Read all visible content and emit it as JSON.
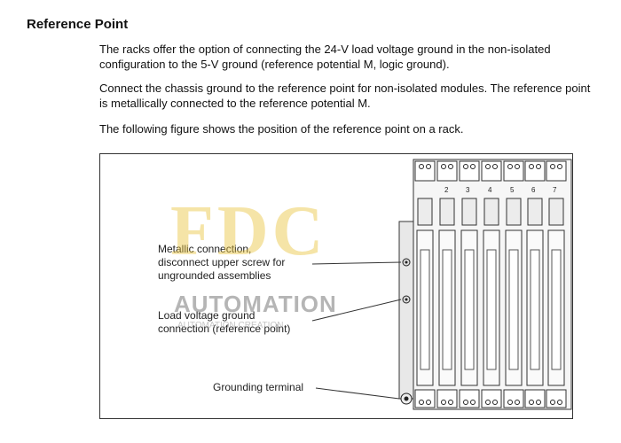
{
  "heading": "Reference Point",
  "paragraphs": [
    "The racks offer the option of connecting the 24-V load voltage ground in the non-isolated configuration to the 5-V ground (reference potential M, logic ground).",
    "Connect the chassis ground to the reference point for non-isolated modules. The reference point is metallically connected to the reference potential M.",
    "The following figure shows the position of the reference point on a rack."
  ],
  "figure": {
    "callouts": {
      "metallic_line1": "Metallic connection,",
      "metallic_line2": "disconnect upper screw for",
      "metallic_line3": "ungrounded assemblies",
      "load_line1": "Load voltage ground",
      "load_line2": "connection (reference point)",
      "grounding": "Grounding terminal"
    },
    "slot_numbers": [
      "2",
      "3",
      "4",
      "5",
      "6",
      "7"
    ]
  },
  "watermark": {
    "logo": "FDC",
    "name": "AUTOMATION",
    "tagline": "AUTOMATION CREATION"
  }
}
